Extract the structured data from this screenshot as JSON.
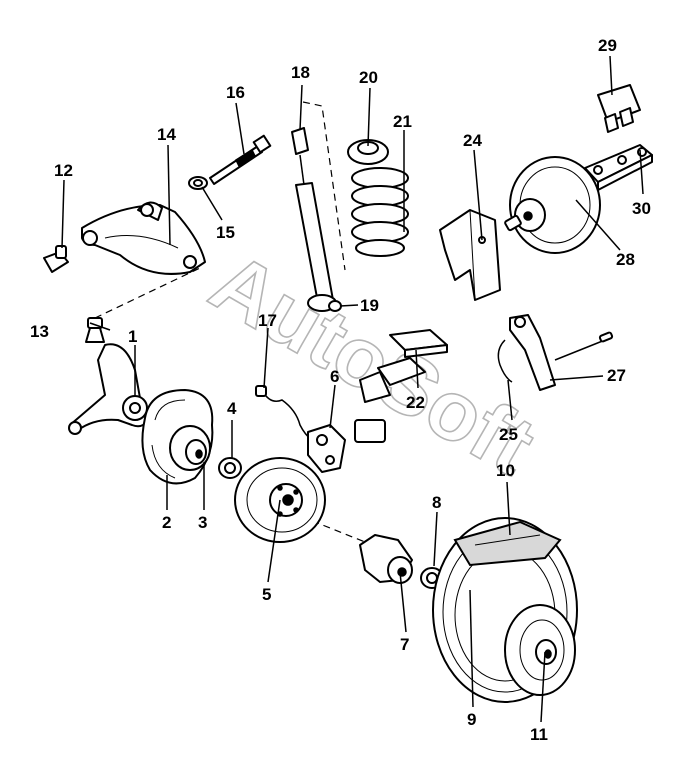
{
  "diagram": {
    "watermark": "AutoSoft",
    "callouts": [
      "1",
      "2",
      "3",
      "4",
      "5",
      "6",
      "7",
      "8",
      "9",
      "10",
      "11",
      "12",
      "13",
      "14",
      "15",
      "16",
      "17",
      "18",
      "19",
      "20",
      "21",
      "22",
      "24",
      "25",
      "27",
      "28",
      "29",
      "30"
    ]
  }
}
